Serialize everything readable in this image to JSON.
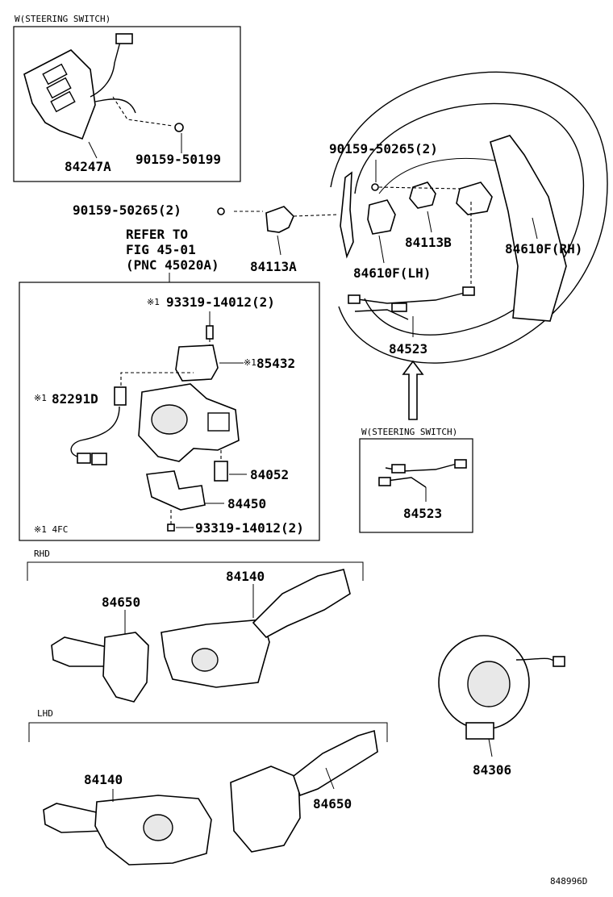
{
  "boxes": {
    "steering_switch_top": {
      "title": "W(STEERING SWITCH)"
    },
    "steering_switch_small": {
      "title": "W(STEERING SWITCH)"
    },
    "rhd": {
      "title": "RHD"
    },
    "lhd": {
      "title": "LHD"
    }
  },
  "refer": {
    "line1": "REFER TO",
    "line2": "FIG 45-01",
    "line3": "(PNC 45020A)"
  },
  "labels": {
    "p84247A": "84247A",
    "p90159_50199": "90159-50199",
    "p90159_50265_r": "90159-50265(2)",
    "p90159_50265_l": "90159-50265(2)",
    "p84113A": "84113A",
    "p84113B": "84113B",
    "p84610F_LH": "84610F(LH)",
    "p84610F_RH": "84610F(RH)",
    "p84523_top": "84523",
    "p84523_small": "84523",
    "p93319_top": "93319-14012(2)",
    "p85432": "85432",
    "p82291D": "82291D",
    "p84052": "84052",
    "p84450": "84450",
    "p93319_bot": "93319-14012(2)",
    "mark1": "※1",
    "mark2": "※1",
    "mark3": "※1",
    "note": "※1 4FC",
    "p84140_rhd": "84140",
    "p84650_rhd": "84650",
    "p84306": "84306",
    "p84140_lhd": "84140",
    "p84650_lhd": "84650",
    "code": "848996D"
  }
}
